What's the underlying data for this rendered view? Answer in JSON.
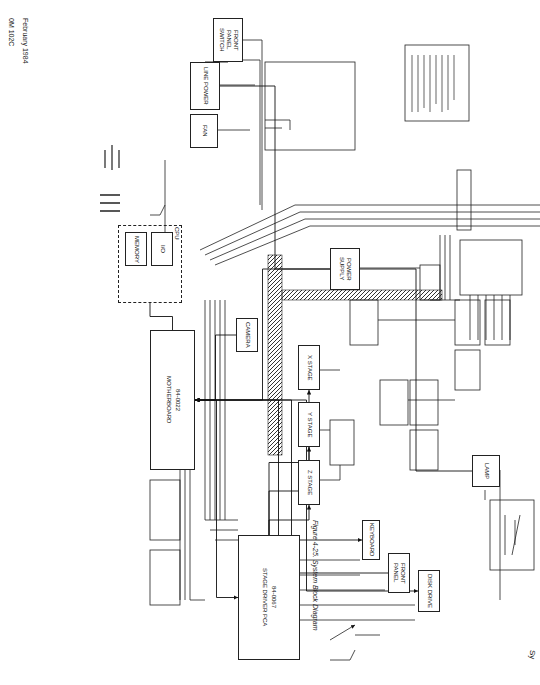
{
  "diagram": {
    "caption": "Figure 4-25. System Block Diagram",
    "nodes": [
      {
        "text": [
          "STAGE DRIVER PCA",
          "84-0067"
        ]
      },
      {
        "text": [
          "MOTHERBOARD",
          "84-0022"
        ]
      },
      {
        "text": [
          "KEYBOARD"
        ]
      },
      {
        "text": [
          "FRONT PANEL"
        ]
      },
      {
        "text": [
          "DISK DRIVE"
        ]
      },
      {
        "text": [
          "POWER SUPPLY"
        ]
      },
      {
        "text": [
          "CAMERA"
        ]
      },
      {
        "text": [
          "LAMP"
        ]
      },
      {
        "text": [
          "X STAGE"
        ]
      },
      {
        "text": [
          "Y STAGE"
        ]
      },
      {
        "text": [
          "Z STAGE"
        ]
      },
      {
        "text": [
          "CPU"
        ]
      },
      {
        "text": [
          "MEMORY"
        ],
        "in": 11
      },
      {
        "text": [
          "I/O"
        ],
        "in": 11
      },
      {
        "text": [
          "FRONT PANEL SWITCH"
        ]
      },
      {
        "text": [
          "LINE POWER"
        ]
      },
      {
        "text": [
          "FAN"
        ]
      }
    ],
    "edges": [
      {
        "from": 1,
        "to": 0,
        "arrow": "to"
      },
      {
        "from": 1,
        "to": 2,
        "arrow": "both"
      },
      {
        "from": 11,
        "to": 1,
        "arrow": "none"
      },
      {
        "from": 0,
        "to": 8,
        "arrow": "to"
      },
      {
        "from": 0,
        "to": 9,
        "arrow": "to"
      },
      {
        "from": 0,
        "to": 10,
        "arrow": "to"
      },
      {
        "from": 5,
        "to": 1,
        "arrow": "to"
      },
      {
        "from": 6,
        "to": 1,
        "arrow": "to"
      },
      {
        "from": 1,
        "to": 3,
        "arrow": "none"
      },
      {
        "from": 1,
        "to": 4,
        "arrow": "both"
      },
      {
        "from": 15,
        "to": 5,
        "arrow": "none"
      },
      {
        "from": 14,
        "to": 15,
        "arrow": "none"
      },
      {
        "from": 7,
        "to": 5,
        "arrow": "none"
      }
    ],
    "labels": [
      "0M 102C",
      "February 1984",
      "Sy"
    ]
  }
}
